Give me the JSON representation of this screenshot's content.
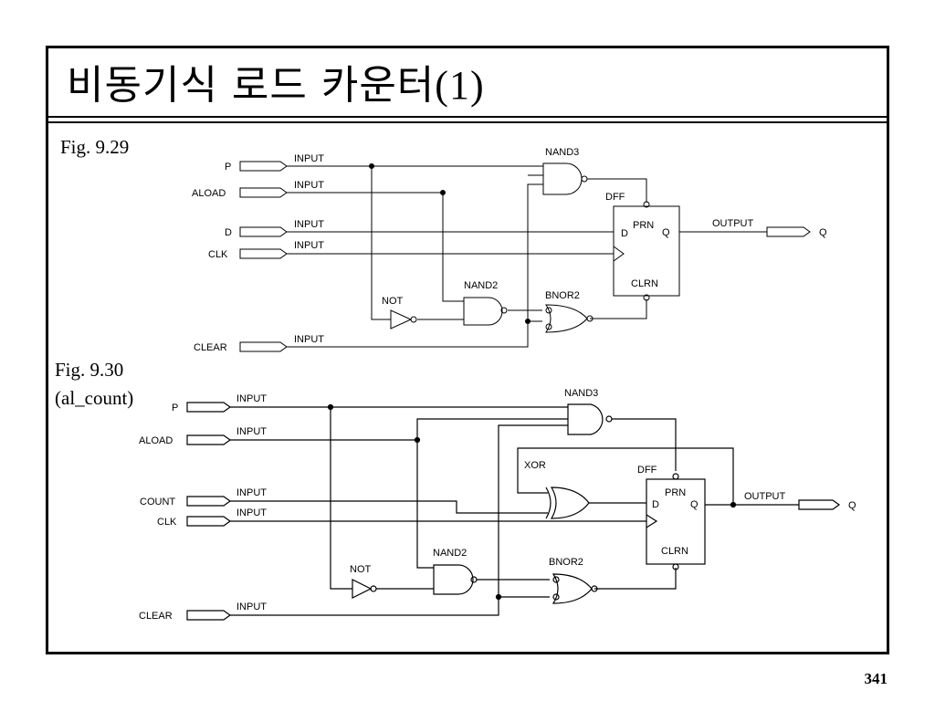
{
  "slide": {
    "title_korean": "비동기식 로드 카운터",
    "title_suffix": "(1)",
    "page_number": "341"
  },
  "fig1": {
    "label": "Fig. 9.29",
    "pins": {
      "p": "P",
      "aload": "ALOAD",
      "d": "D",
      "clk": "CLK",
      "clear": "CLEAR",
      "input": "INPUT",
      "output": "OUTPUT",
      "q": "Q"
    },
    "gates": {
      "nand3": "NAND3",
      "nand2": "NAND2",
      "not": "NOT",
      "bnor2": "BNOR2"
    },
    "dff": {
      "name": "DFF",
      "prn": "PRN",
      "clrn": "CLRN",
      "d": "D",
      "q": "Q"
    }
  },
  "fig2": {
    "label_line1": "Fig. 9.30",
    "label_line2": "(al_count)",
    "pins": {
      "p": "P",
      "aload": "ALOAD",
      "count": "COUNT",
      "clk": "CLK",
      "clear": "CLEAR",
      "input": "INPUT",
      "output": "OUTPUT",
      "q": "Q"
    },
    "gates": {
      "nand3": "NAND3",
      "nand2": "NAND2",
      "not": "NOT",
      "bnor2": "BNOR2",
      "xor": "XOR"
    },
    "dff": {
      "name": "DFF",
      "prn": "PRN",
      "clrn": "CLRN",
      "d": "D",
      "q": "Q"
    }
  }
}
